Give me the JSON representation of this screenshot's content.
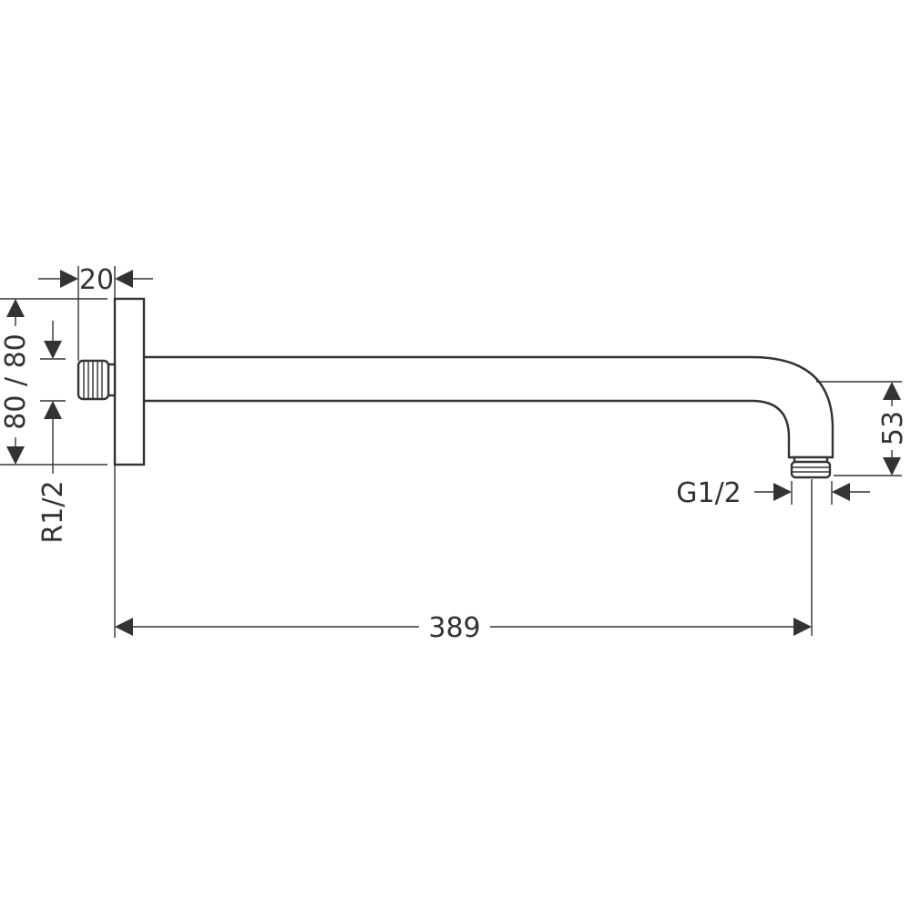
{
  "drawing": {
    "subject": "shower arm with wall flange",
    "line_color": "#333333",
    "background": "#ffffff"
  },
  "dimensions": {
    "flange_depth": {
      "label": "20"
    },
    "flange_height": {
      "label": "80 / 80"
    },
    "inlet_thread": {
      "label": "R1/2"
    },
    "arm_length": {
      "label": "389"
    },
    "outlet_drop": {
      "label": "53"
    },
    "outlet_thread": {
      "label": "G1/2"
    }
  }
}
